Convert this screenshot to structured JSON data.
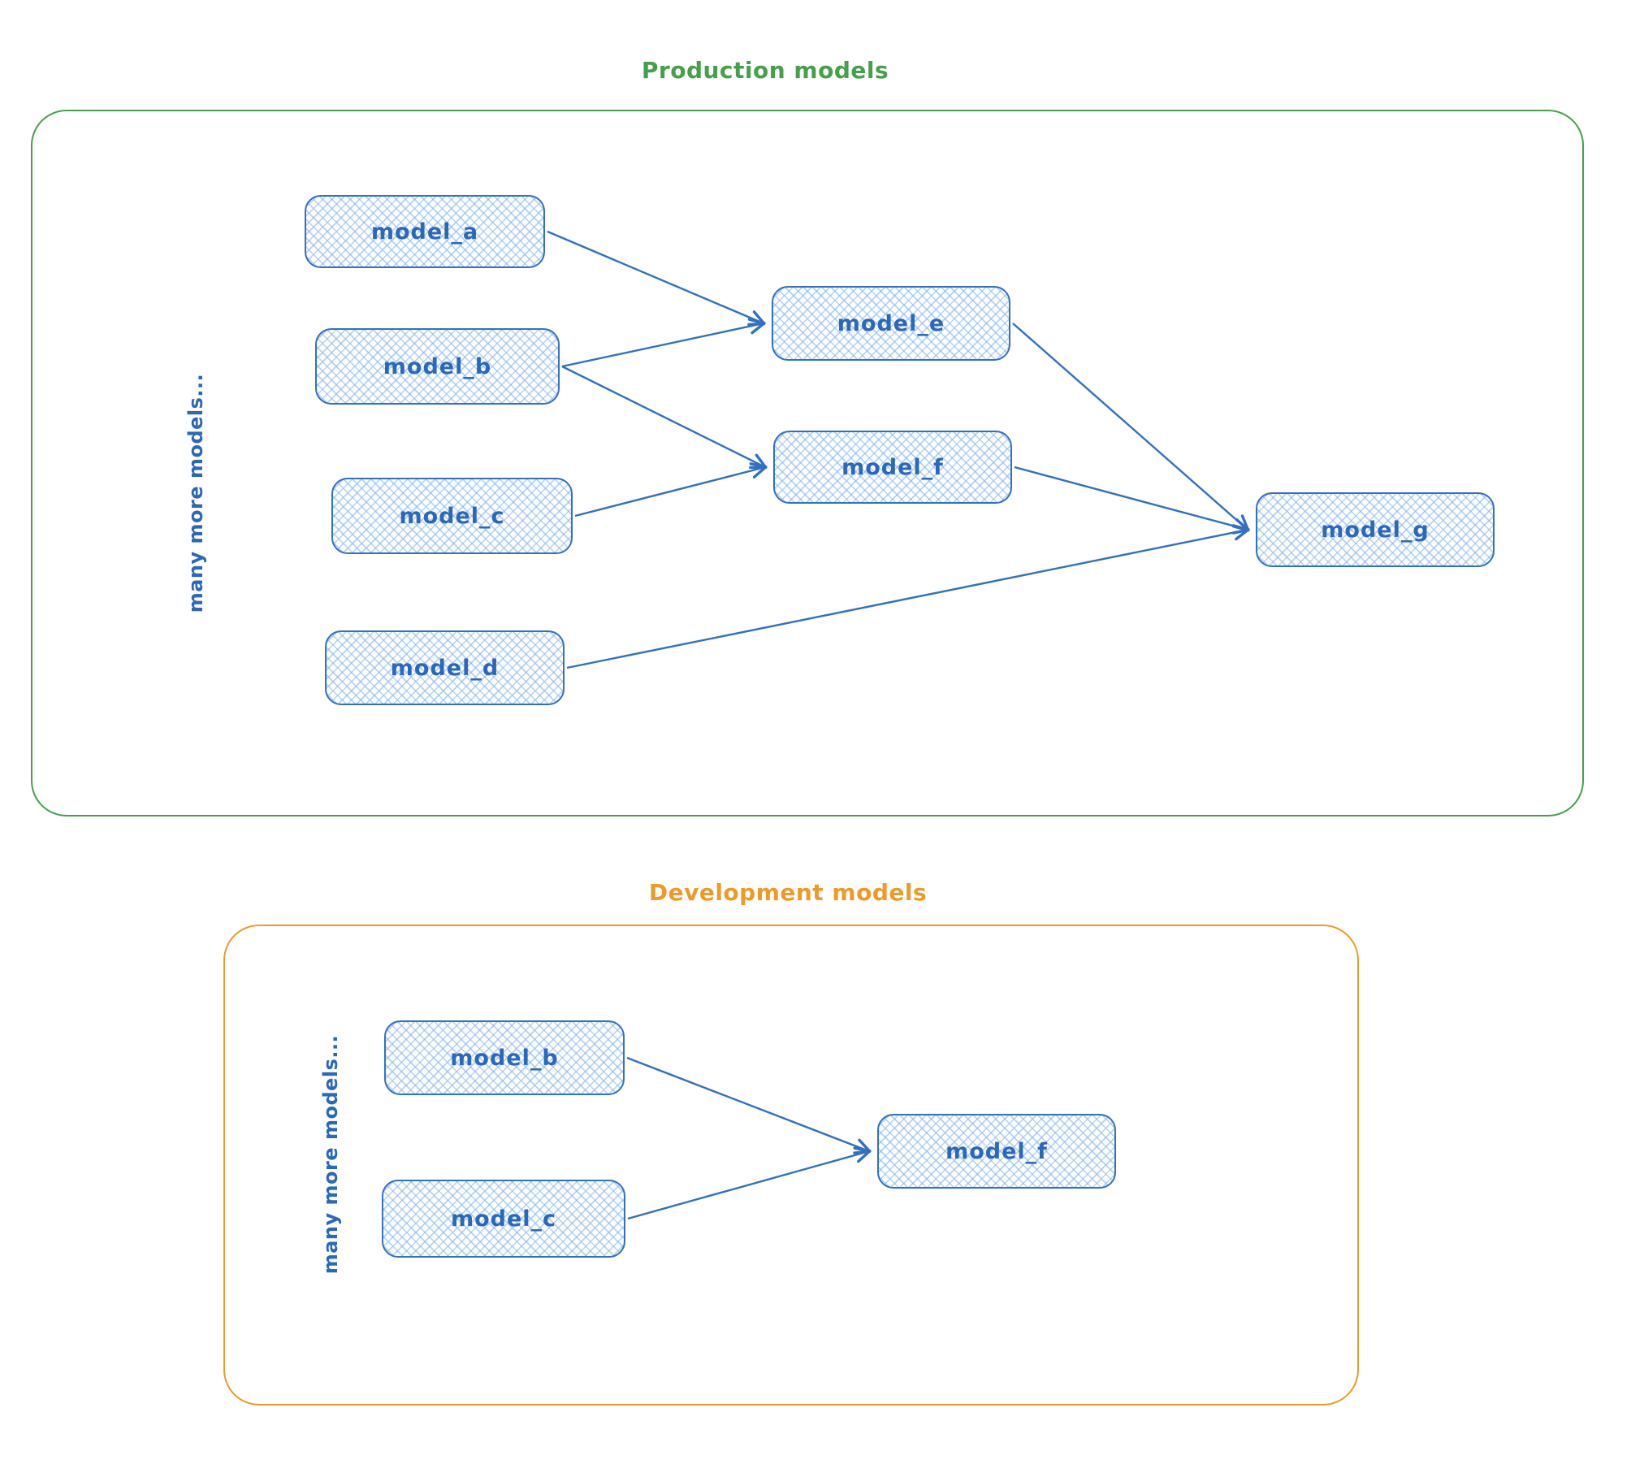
{
  "colors": {
    "production_accent": "#46a04b",
    "development_accent": "#ee9a28",
    "node_border": "#3170c2",
    "node_text": "#2a68bb",
    "arrow": "#3170c2"
  },
  "production": {
    "title": "Production models",
    "side_label": "many more models...",
    "nodes": {
      "a": {
        "label": "model_a"
      },
      "b": {
        "label": "model_b"
      },
      "c": {
        "label": "model_c"
      },
      "d": {
        "label": "model_d"
      },
      "e": {
        "label": "model_e"
      },
      "f": {
        "label": "model_f"
      },
      "g": {
        "label": "model_g"
      }
    }
  },
  "development": {
    "title": "Development models",
    "side_label": "many more models...",
    "nodes": {
      "b": {
        "label": "model_b"
      },
      "c": {
        "label": "model_c"
      },
      "f": {
        "label": "model_f"
      }
    }
  },
  "edges": [
    {
      "from": "prod-a",
      "to": "prod-e"
    },
    {
      "from": "prod-b",
      "to": "prod-e"
    },
    {
      "from": "prod-b",
      "to": "prod-f"
    },
    {
      "from": "prod-c",
      "to": "prod-f"
    },
    {
      "from": "prod-e",
      "to": "prod-g"
    },
    {
      "from": "prod-f",
      "to": "prod-g"
    },
    {
      "from": "prod-d",
      "to": "prod-g"
    },
    {
      "from": "dev-b",
      "to": "dev-f"
    },
    {
      "from": "dev-c",
      "to": "dev-f"
    }
  ]
}
